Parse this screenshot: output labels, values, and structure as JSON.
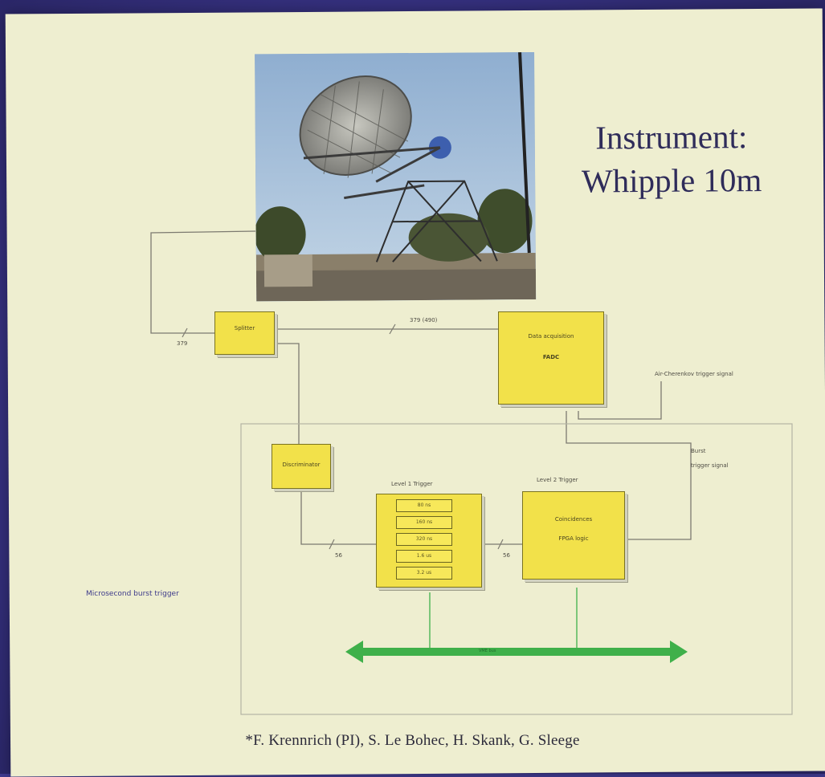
{
  "title": {
    "line1": "Instrument:",
    "line2": "Whipple 10m"
  },
  "diagram": {
    "splitter_box": "Splitter",
    "fadc_box_line1": "Data acquisition",
    "fadc_box_line2": "FADC",
    "line_label_379": "379",
    "line_label_379_490": "379 (490)",
    "air_cherenkov_trigger": "Air-Cherenkov trigger signal",
    "discriminator_box": "Discriminator",
    "burst_trigger_signal_line1": "Burst",
    "burst_trigger_signal_line2": "trigger signal",
    "level1_title": "Level 1 Trigger",
    "level1_bins": [
      "80 ns",
      "160 ns",
      "320 ns",
      "1.6 us",
      "3.2 us"
    ],
    "level2_title": "Level 2 Trigger",
    "level2_line1": "Coincidences",
    "level2_line2": "FPGA logic",
    "line_label_56a": "56",
    "line_label_56b": "56",
    "microsecond_burst_trigger": "Microsecond burst trigger",
    "bus_label": "VME bus",
    "colors": {
      "box_fill": "#f2e14a",
      "bus_arrow": "#3fb04a",
      "slide_bg": "#eeeed0",
      "frame_bg": "#3f3a8f"
    }
  },
  "credit": "*F. Krennrich (PI), S. Le Bohec, H. Skank, G. Sleege"
}
